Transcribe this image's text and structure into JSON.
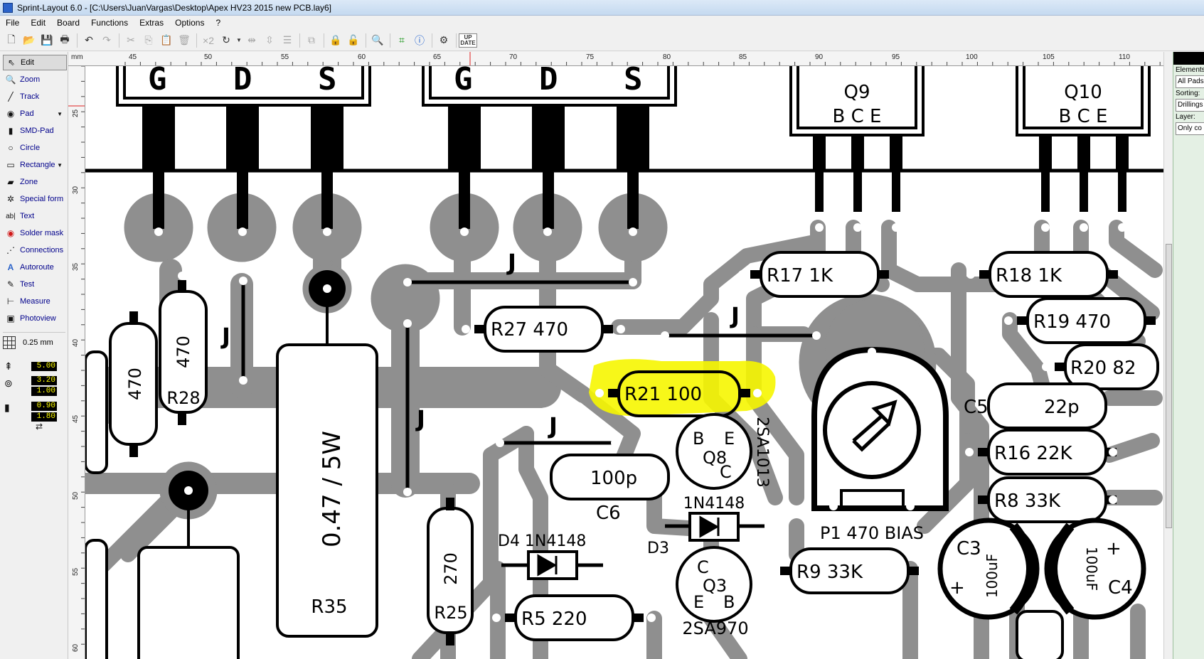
{
  "window": {
    "title": "Sprint-Layout 6.0 - [C:\\Users\\JuanVargas\\Desktop\\Apex HV23 2015 new PCB.lay6]"
  },
  "menu": [
    "File",
    "Edit",
    "Board",
    "Functions",
    "Extras",
    "Options",
    "?"
  ],
  "toolbar": {
    "x2_label": "×2",
    "update_label_1": "UP",
    "update_label_2": "DATE"
  },
  "tools": [
    {
      "label": "Edit",
      "icon": "cursor-icon"
    },
    {
      "label": "Zoom",
      "icon": "zoom-icon"
    },
    {
      "label": "Track",
      "icon": "track-icon"
    },
    {
      "label": "Pad",
      "icon": "pad-icon"
    },
    {
      "label": "SMD-Pad",
      "icon": "smd-pad-icon"
    },
    {
      "label": "Circle",
      "icon": "circle-icon"
    },
    {
      "label": "Rectangle",
      "icon": "rectangle-icon"
    },
    {
      "label": "Zone",
      "icon": "zone-icon"
    },
    {
      "label": "Special form",
      "icon": "special-form-icon"
    },
    {
      "label": "Text",
      "icon": "text-icon"
    },
    {
      "label": "Solder mask",
      "icon": "solder-mask-icon"
    },
    {
      "label": "Connections",
      "icon": "connections-icon"
    },
    {
      "label": "Autoroute",
      "icon": "autoroute-icon"
    },
    {
      "label": "Test",
      "icon": "test-icon"
    },
    {
      "label": "Measure",
      "icon": "measure-icon"
    },
    {
      "label": "Photoview",
      "icon": "photoview-icon"
    }
  ],
  "grid": {
    "value": "0.25 mm"
  },
  "params": {
    "track_width": "5.00",
    "pad_outer": "3.20",
    "pad_inner": "1.00",
    "smd_w": "0.90",
    "smd_h": "1.80"
  },
  "ruler": {
    "unit": "mm",
    "top": [
      "45",
      "50",
      "55",
      "60",
      "65",
      "70",
      "75",
      "80",
      "85",
      "90",
      "95",
      "100",
      "105",
      "110"
    ],
    "left": [
      "25",
      "30",
      "35",
      "40",
      "45",
      "50",
      "55",
      "60"
    ]
  },
  "right_panel": {
    "elements_label": "Elements",
    "elements_value": "All Pads",
    "sorting_label": "Sorting:",
    "sorting_value": "Drillings",
    "layer_label": "Layer:",
    "layer_value": "Only co"
  },
  "pcb": {
    "fet_letters": [
      "G",
      "D",
      "S",
      "G",
      "D",
      "S"
    ],
    "q9": {
      "name": "Q9",
      "pins": "B  C  E"
    },
    "q10": {
      "name": "Q10",
      "pins": "B  C  E"
    },
    "labels": {
      "r17": "R17  1K",
      "r18": "R18  1K",
      "r19": "R19  470",
      "r20": "R20  82",
      "r27": "R27  470",
      "r21": "R21  100",
      "c5": "C5",
      "c5_val": "22p",
      "r16": "R16  22K",
      "r8": "R8   33K",
      "q8_b": "B",
      "q8_e": "E",
      "q8": "Q8",
      "q8_c": "C",
      "q8_part": "2SA1013",
      "c6_val": "100p",
      "c6": "C6",
      "d3_part": "1N4148",
      "d3": "D3",
      "d4": "D4 1N4148",
      "p1": "P1 470 BIAS",
      "r9": "R9   33K",
      "q3_c": "C",
      "q3": "Q3",
      "q3_e": "E",
      "q3_b": "B",
      "q3_part": "2SA970",
      "r5": "R5   220",
      "r35": "R35",
      "r35_val": "0.47 / 5W",
      "r28": "R28",
      "r28_val": "470",
      "r_left_val": "470",
      "r25": "R25",
      "r25_val": "270",
      "c3": "C3",
      "c3_val": "100uF",
      "c4": "C4",
      "c4_val": "100uF",
      "jumper": "J",
      "plus": "+"
    }
  }
}
